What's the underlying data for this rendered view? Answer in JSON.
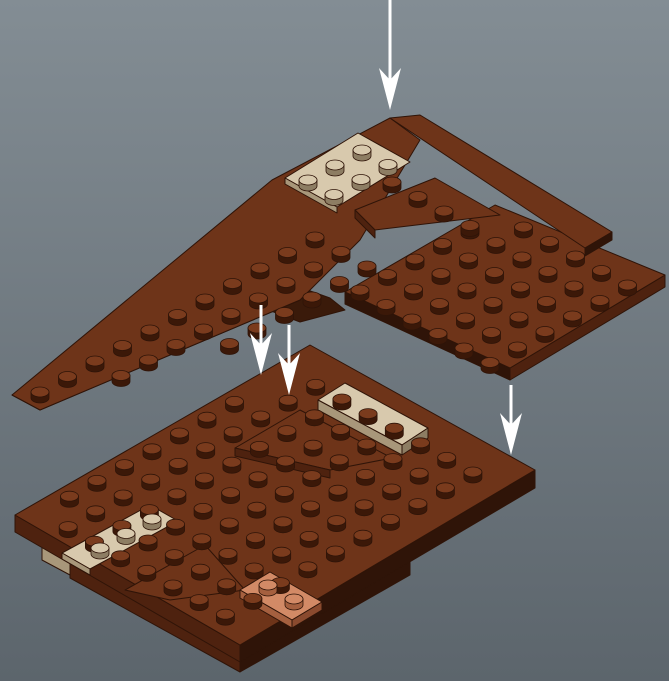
{
  "colors": {
    "background_top": "#838d94",
    "background_bottom": "#5c656c",
    "brick_top": "#6e3419",
    "brick_side": "#4e220f",
    "brick_edge": "#2f1408",
    "stud_top": "#7a3b1d",
    "stud_side": "#3b1808",
    "tan_top": "#d8c9ad",
    "tan_side": "#a8977a",
    "tan_stud_side": "#8d7d63",
    "orange_top": "#d28a66",
    "orange_side": "#a5603f",
    "arrow": "#ffffff"
  },
  "icons": {
    "assembly_arrow": "down-arrow-icon"
  },
  "diagram": {
    "kind": "lego-assembly-step",
    "components": [
      "upper-wing-assembly",
      "lower-base-assembly"
    ],
    "arrow_count": 4
  }
}
